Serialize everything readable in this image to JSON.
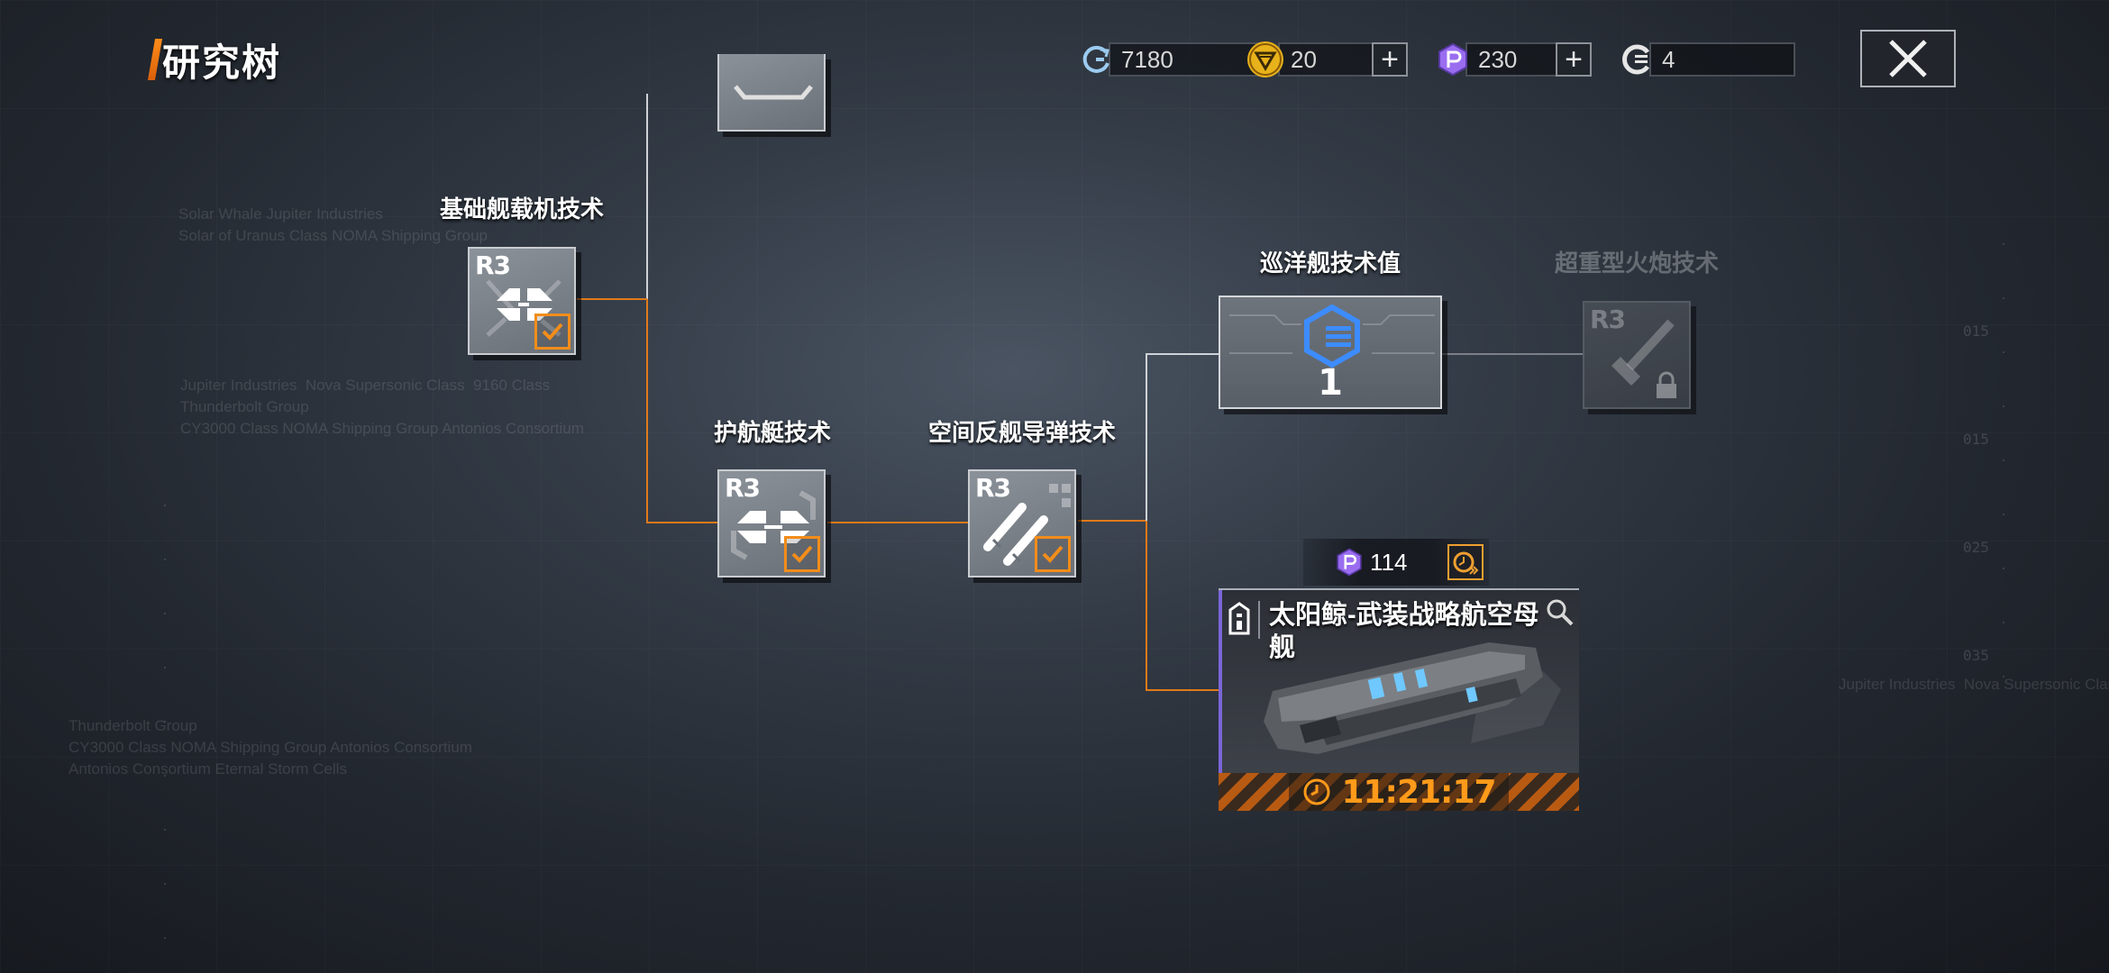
{
  "header": {
    "title": "研究树",
    "currencies": [
      {
        "name": "credits",
        "icon": "refresh-coin-icon",
        "value": "7180",
        "has_plus": false
      },
      {
        "name": "federal-coin",
        "icon": "gold-v-coin-icon",
        "value": "20",
        "has_plus": true
      },
      {
        "name": "research-points",
        "icon": "purple-p-coin-icon",
        "value": "230",
        "has_plus": true
      },
      {
        "name": "tech-points",
        "icon": "white-g-icon",
        "value": "4",
        "has_plus": false
      }
    ],
    "close_label": "✕"
  },
  "tree": {
    "nodes": [
      {
        "id": "basic-carrier-aircraft-tech",
        "label": "基础舰载机技术",
        "rank": "R3",
        "completed": true,
        "locked": false
      },
      {
        "id": "escort-boat-tech",
        "label": "护航艇技术",
        "rank": "R3",
        "completed": true,
        "locked": false
      },
      {
        "id": "space-antiship-missile-tech",
        "label": "空间反舰导弹技术",
        "rank": "R3",
        "completed": true,
        "locked": false
      },
      {
        "id": "cruiser-tech-value",
        "label": "巡洋舰技术值",
        "value": "1",
        "locked": false
      },
      {
        "id": "super-heavy-cannon-tech",
        "label": "超重型火炮技术",
        "rank": "R3",
        "completed": false,
        "locked": true
      }
    ],
    "research_card": {
      "cost": "114",
      "ship_name": "太阳鲸-武装战略航空母舰",
      "timer": "11:21:17"
    }
  },
  "decor_text": {
    "block1": "Solar Whale Jupiter Industries\nSolar of Uranus Class NOMA Shipping Group",
    "block2": "Jupiter Industries  Nova Supersonic Class  9160 Class\nThunderbolt Group\nCY3000 Class NOMA Shipping Group Antonios Consortium",
    "block3": "Thunderbolt Group\nCY3000 Class NOMA Shipping Group Antonios Consortium\nAntonios Consortium Eternal Storm Cells",
    "block4": "Jupiter Industries  Nova Supersonic Class",
    "ruler_labels": [
      "015",
      "015",
      "025",
      "035"
    ]
  },
  "colors": {
    "accent_orange": "#f28d1a",
    "line_orange": "#e07a1a",
    "research_purple": "#9a6df0",
    "gold": "#e8b21a",
    "blue_icon": "#3d8cff"
  }
}
